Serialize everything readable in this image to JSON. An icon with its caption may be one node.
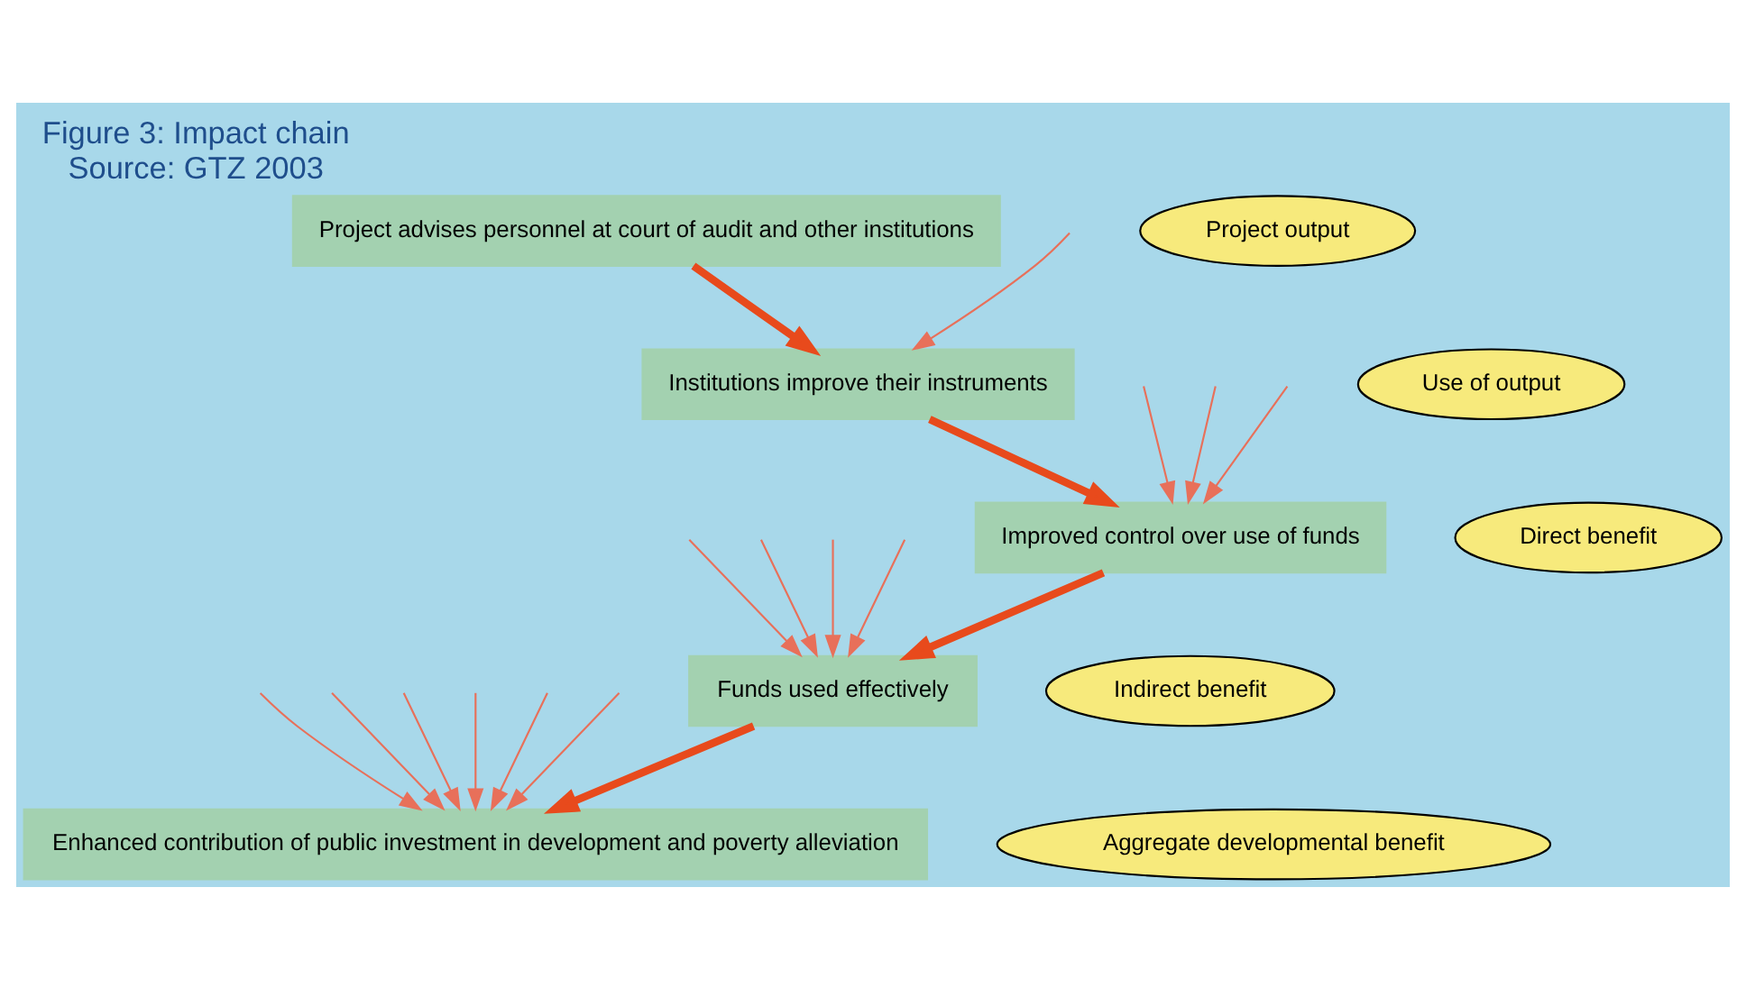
{
  "diagram": {
    "title": "Figure 3: Impact chain",
    "caption": "Source: GTZ 2003",
    "nodes": [
      {
        "text": [
          "Improved control over use of funds"
        ]
      },
      {
        "text": [
          "Direct benefit"
        ]
      },
      {
        "text": [
          "Funds used effectively"
        ]
      },
      {
        "text": [
          "Indirect benefit"
        ]
      },
      {
        "text": [
          "Institutions improve their instruments"
        ]
      },
      {
        "text": [
          "Use of output"
        ]
      },
      {
        "text": [
          "Enhanced contribution of public investment in development and poverty alleviation"
        ]
      },
      {
        "text": [
          "Project advises personnel at court of audit and other institutions"
        ]
      },
      {
        "text": [
          "Project output"
        ]
      },
      {
        "text": [
          "Aggregate developmental benefit"
        ]
      }
    ],
    "edges": [
      {
        "from": 7,
        "to": 4,
        "arrow": "to",
        "style": "thick",
        "color": "#e84a1c"
      },
      {
        "from": 4,
        "to": 0,
        "arrow": "to",
        "style": "thick",
        "color": "#e84a1c"
      },
      {
        "from": 0,
        "to": 2,
        "arrow": "to",
        "style": "thick",
        "color": "#e84a1c"
      },
      {
        "from": 2,
        "to": 6,
        "arrow": "to",
        "style": "thick",
        "color": "#e84a1c"
      },
      {
        "from": null,
        "to": 4,
        "arrow": "to"
      },
      {
        "from": null,
        "to": 0,
        "arrow": "to"
      },
      {
        "from": null,
        "to": 0,
        "arrow": "to"
      },
      {
        "from": null,
        "to": 0,
        "arrow": "to"
      },
      {
        "from": null,
        "to": 2,
        "arrow": "to"
      },
      {
        "from": null,
        "to": 2,
        "arrow": "to"
      },
      {
        "from": null,
        "to": 2,
        "arrow": "to"
      },
      {
        "from": null,
        "to": 2,
        "arrow": "to"
      },
      {
        "from": null,
        "to": 6,
        "arrow": "to"
      },
      {
        "from": null,
        "to": 6,
        "arrow": "to"
      },
      {
        "from": null,
        "to": 6,
        "arrow": "to"
      },
      {
        "from": null,
        "to": 6,
        "arrow": "to"
      },
      {
        "from": null,
        "to": 6,
        "arrow": "to"
      },
      {
        "from": null,
        "to": 6,
        "arrow": "to"
      }
    ]
  }
}
